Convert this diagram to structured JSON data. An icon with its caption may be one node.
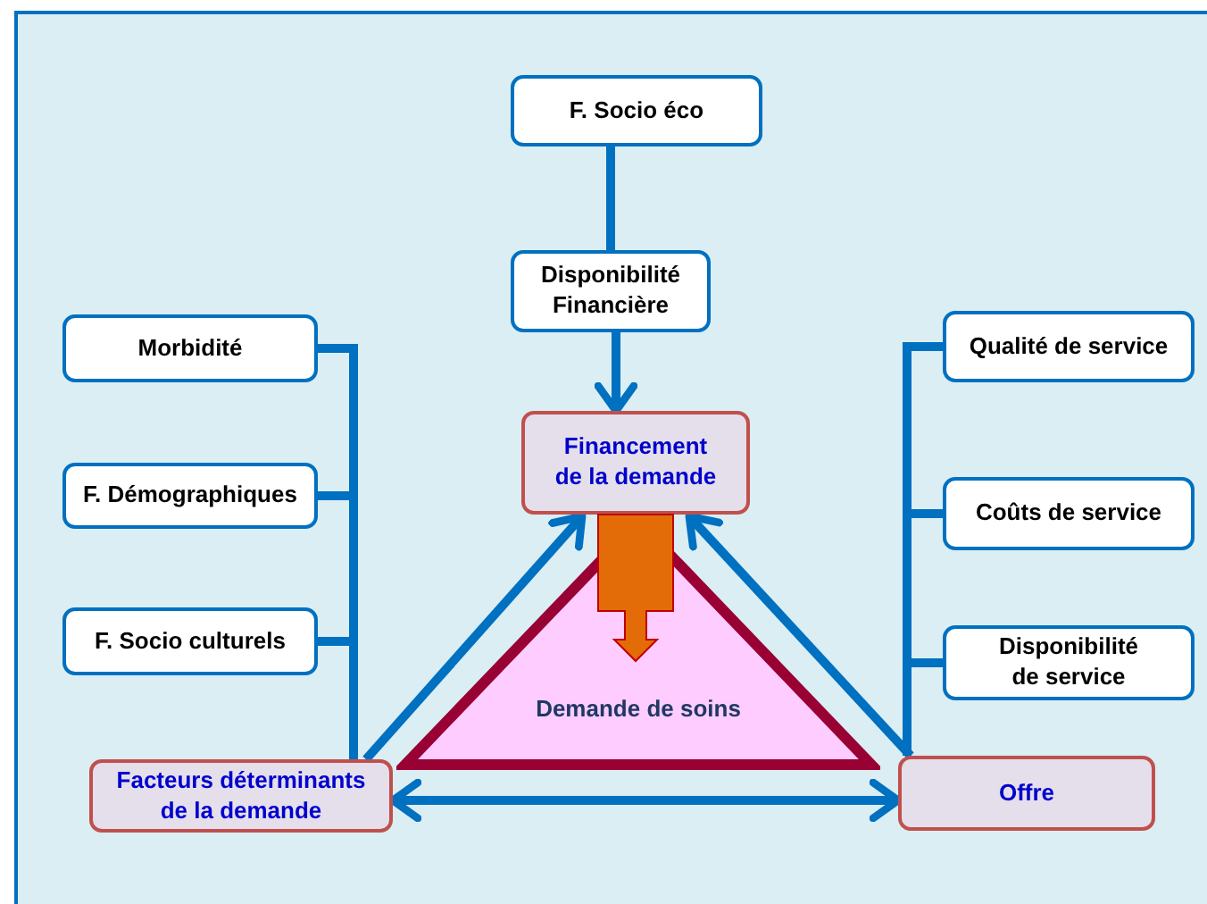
{
  "diagram": {
    "nodes": [
      {
        "text": [
          "F. Socio éco"
        ]
      },
      {
        "text": [
          "Disponibilité Financière"
        ]
      },
      {
        "text": [
          "Morbidité"
        ]
      },
      {
        "text": [
          "F. Démographiques"
        ]
      },
      {
        "text": [
          "F. Socio culturels"
        ]
      },
      {
        "text": [
          "Facteurs déterminants de la demande"
        ]
      },
      {
        "text": [
          "Financement de la demande"
        ]
      },
      {
        "text": [
          "Demande de soins"
        ]
      },
      {
        "text": [
          "Qualité de service"
        ]
      },
      {
        "text": [
          "Coûts de service"
        ]
      },
      {
        "text": [
          "Disponibilité de service"
        ]
      },
      {
        "text": [
          "Offre"
        ]
      }
    ],
    "edges": [
      {
        "from": 0,
        "to": 1,
        "arrow": "none"
      },
      {
        "from": 1,
        "to": 6,
        "arrow": "to"
      },
      {
        "from": 2,
        "to": 5,
        "arrow": "none"
      },
      {
        "from": 3,
        "to": 5,
        "arrow": "none"
      },
      {
        "from": 4,
        "to": 5,
        "arrow": "none"
      },
      {
        "from": 8,
        "to": 11,
        "arrow": "none"
      },
      {
        "from": 9,
        "to": 11,
        "arrow": "none"
      },
      {
        "from": 10,
        "to": 11,
        "arrow": "none"
      },
      {
        "from": 5,
        "to": 6,
        "arrow": "to"
      },
      {
        "from": 11,
        "to": 6,
        "arrow": "to"
      },
      {
        "from": 5,
        "to": 11,
        "arrow": "both"
      },
      {
        "from": 6,
        "to": 7,
        "arrow": "to",
        "style": "thick",
        "color": "#e36c09"
      }
    ]
  }
}
